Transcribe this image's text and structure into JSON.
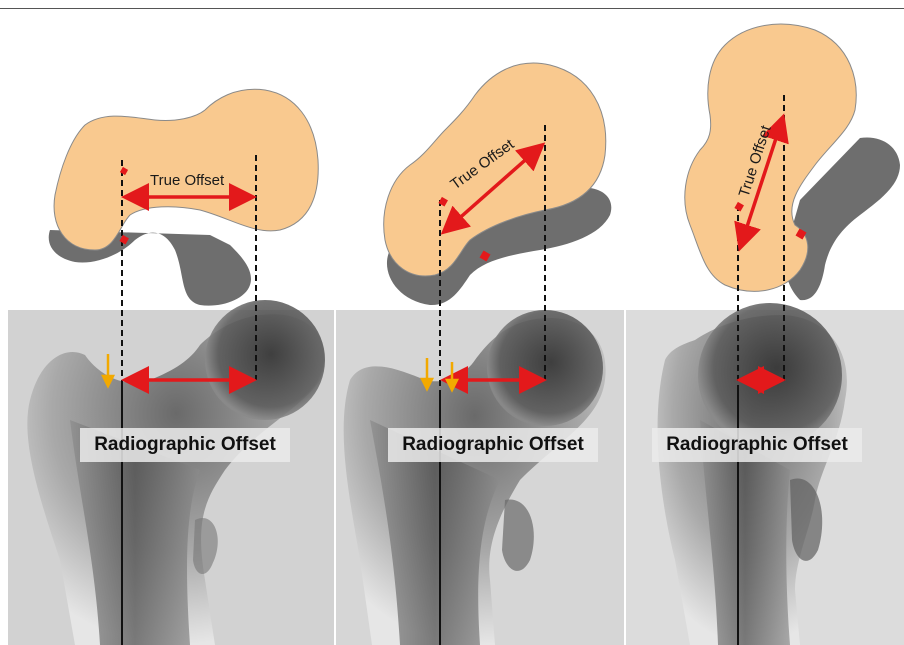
{
  "panels": [
    {
      "true_offset_label": "True Offset",
      "radiographic_label": "Radiographic Offset"
    },
    {
      "true_offset_label": "True Offset",
      "radiographic_label": "Radiographic Offset"
    },
    {
      "true_offset_label": "True Offset",
      "radiographic_label": "Radiographic Offset"
    }
  ],
  "colors": {
    "bone_fill": "#f9c98f",
    "shadow_fill": "#6e6e6e",
    "arrow": "#e3191b",
    "marker_arrow": "#f2a900",
    "xray_bg": "#d9d9d9"
  }
}
